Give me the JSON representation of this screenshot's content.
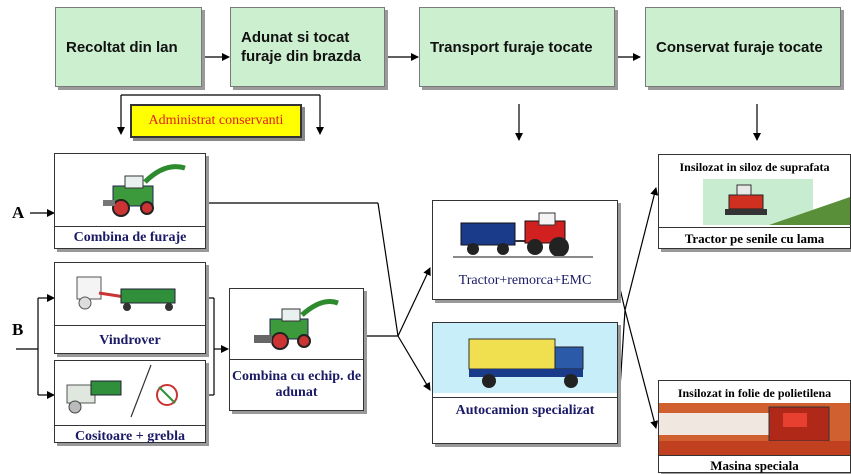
{
  "stages": [
    "Recoltat din lan",
    "Adunat si tocat furaje din brazda",
    "Transport furaje tocate",
    "Conservat furaje tocate"
  ],
  "admin_label": "Administrat conservanti",
  "row_labels": {
    "a": "A",
    "b": "B"
  },
  "machines": {
    "combina_furaje": "Combina de furaje",
    "vindrover": "Vindrover",
    "cositoare": "Cositoare + grebla",
    "combina_adunat": "Combina cu echip. de adunat",
    "tractor_remorca": "Tractor+remorca+EMC",
    "autocamion": "Autocamion specializat",
    "siloz_title": "Insilozat in siloz de suprafata",
    "tractor_lama": "Tractor pe senile cu lama",
    "folie_title": "Insilozat in folie de polietilena",
    "masina_speciala": "Masina speciala"
  },
  "colors": {
    "stage_fill": "#ccefcf",
    "admin_fill": "#ffff00",
    "admin_text": "#e02020",
    "label_text": "#1a1a66"
  }
}
